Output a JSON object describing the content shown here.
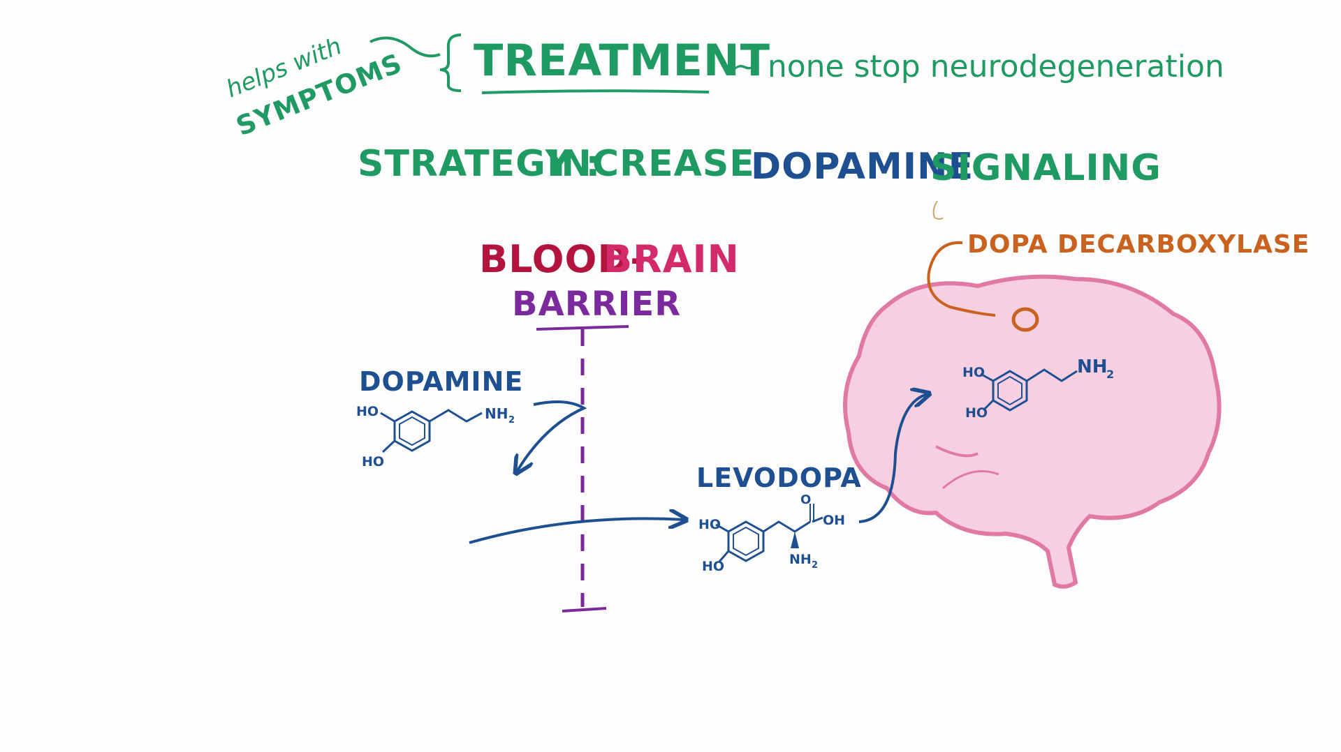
{
  "header": {
    "symptom_note_line1": "helps with",
    "symptom_note_line2": "SYMPTOMS",
    "title": "TREATMENT",
    "subtitle": "~ none stop neurodegeneration"
  },
  "strategy": {
    "label": "STRATEGY :",
    "word_increase": "INCREASE",
    "word_dopamine": "DOPAMINE",
    "word_signaling": "SIGNALING"
  },
  "barrier": {
    "line1_blood": "BLOOD-",
    "line1_brain": "BRAIN",
    "line2": "BARRIER"
  },
  "molecules": {
    "dopamine_label": "DOPAMINE",
    "levodopa_label": "LEVODOPA",
    "ho": "HO",
    "nh2": "NH",
    "sub2": "2",
    "oh": "OH",
    "o": "O"
  },
  "enzyme": {
    "label": "DOPA DECARBOXYLASE"
  },
  "colors": {
    "green": "#1f9a63",
    "blue": "#1d4f91",
    "crimson": "#b3143d",
    "pink_text": "#d22a6a",
    "purple": "#7a2a9c",
    "orange": "#c8621e",
    "brain_fill": "#f6cfe0",
    "brain_stroke": "#e07aa5"
  }
}
